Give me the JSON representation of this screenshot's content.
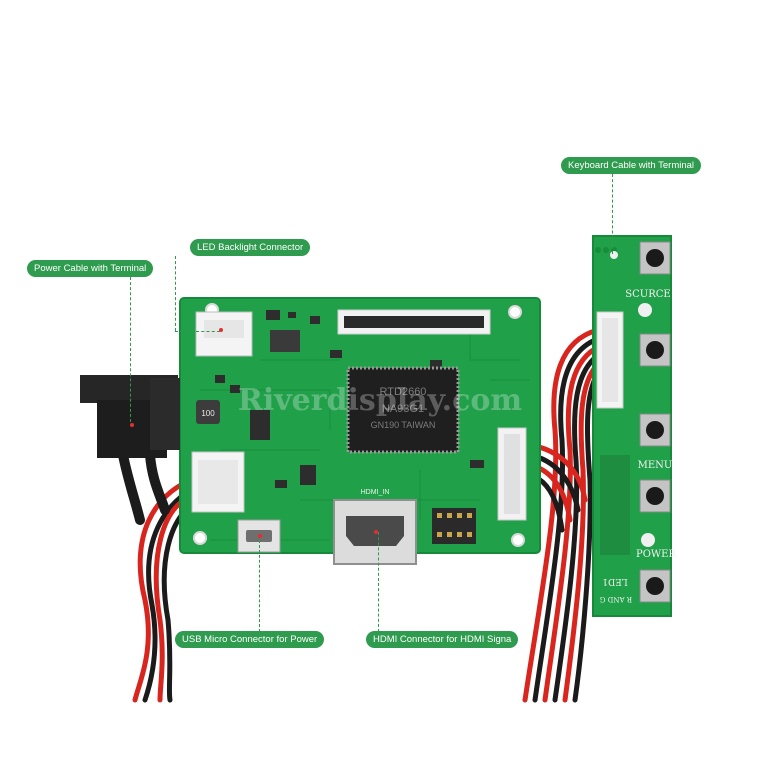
{
  "colors": {
    "label_bg": "#2e9b4f",
    "pcb": "#21a04a",
    "pcb_dark": "#168a3a",
    "cable_red": "#d8261f",
    "cable_black": "#1b1b1b",
    "pin_dot": "#e23030"
  },
  "callouts": {
    "power_cable": "Power Cable with Terminal",
    "led_backlight": "LED Backlight Connector",
    "keyboard_cable": "Keyboard Cable with Terminal",
    "usb_micro": "USB Micro Connector for Power",
    "hdmi": "HDMI Connector for HDMI Signa"
  },
  "board_print": {
    "inductor": "100",
    "chip_line1": "RTD2660",
    "chip_line2": "NA93G1",
    "chip_line3": "GN190 TAIWAN",
    "hdmi_in": "HDMI_IN"
  },
  "keypad_print": {
    "source": "SCURCE",
    "menu": "MENU",
    "power": "POWER",
    "led": "LED1",
    "g_and_r": "R AND G"
  },
  "watermark": "Riverdisplay.com",
  "icons": [
    "pcb-board",
    "dc-barrel-terminal",
    "usb-micro-port",
    "hdmi-port",
    "ffc-connector",
    "tactile-button"
  ]
}
